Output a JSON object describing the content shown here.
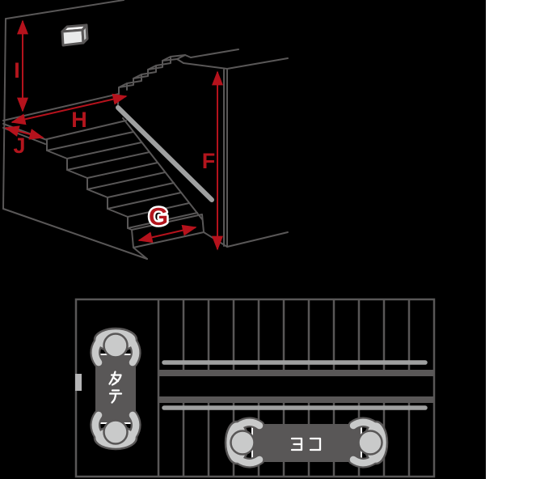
{
  "side_view": {
    "labels": {
      "i": "I",
      "h": "H",
      "j": "J",
      "f": "F",
      "g": "G"
    }
  },
  "plan_view": {
    "tate": "タテ",
    "yoko": "ヨコ"
  },
  "colors": {
    "background": "#000000",
    "page_strip": "#ffffff",
    "line_gray": "#595757",
    "handrail_gray": "#9fa0a0",
    "person_fill": "#c9caca",
    "box_fill": "#595757",
    "accent_red": "#b5121c",
    "label_red": "#b3151d",
    "label_text": "#ffffff",
    "door_gray": "#b5b5b6"
  }
}
